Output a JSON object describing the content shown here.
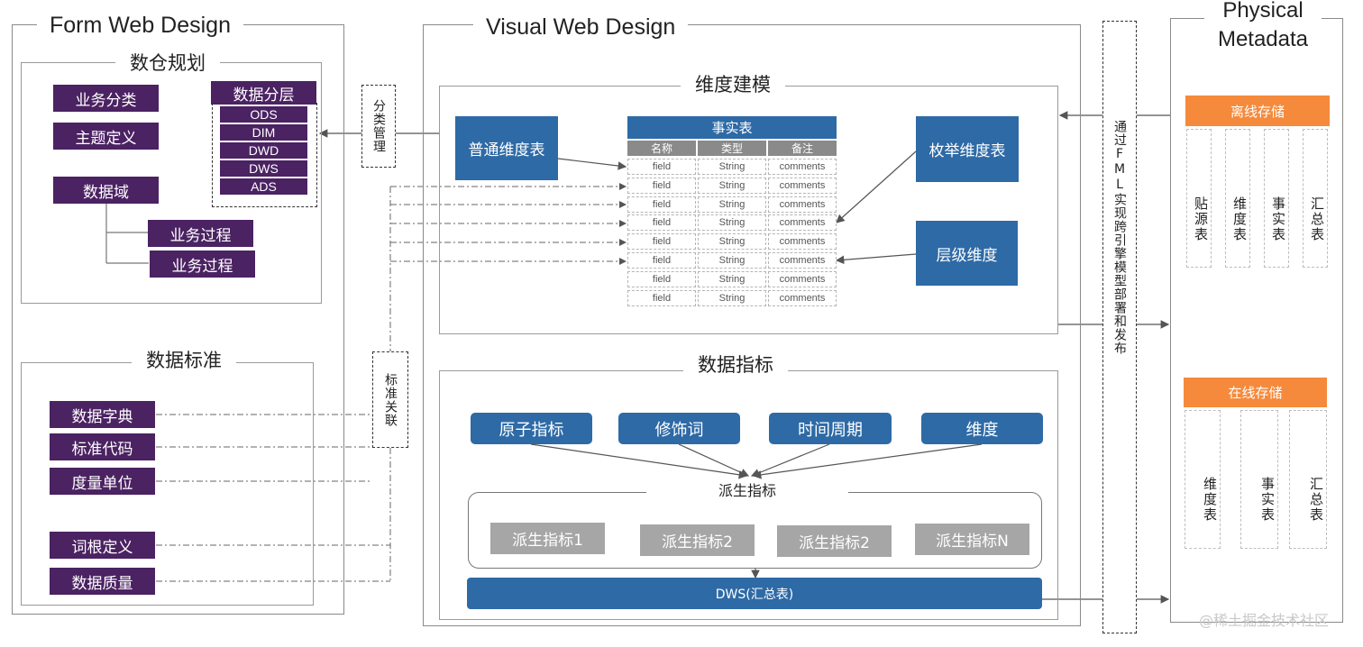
{
  "form_web_design": {
    "title": "Form Web Design",
    "planning": {
      "title": "数仓规划",
      "business_category": "业务分类",
      "topic_definition": "主题定义",
      "data_domain": "数据域",
      "business_process_1": "业务过程",
      "business_process_2": "业务过程",
      "data_layering": {
        "title": "数据分层",
        "layers": [
          "ODS",
          "DIM",
          "DWD",
          "DWS",
          "ADS"
        ]
      }
    },
    "standards": {
      "title": "数据标准",
      "items": [
        "数据字典",
        "标准代码",
        "度量单位",
        "词根定义",
        "数据质量"
      ]
    }
  },
  "connectors": {
    "category_management": "分类管理",
    "standard_association": "标准关联",
    "fml_deploy": "通过FML实现跨引擎模型部署和发布"
  },
  "visual_web_design": {
    "title": "Visual Web Design",
    "dimension_modeling": {
      "title": "维度建模",
      "normal_dimension_table": "普通维度表",
      "enum_dimension_table": "枚举维度表",
      "hierarchy_dimension": "层级维度",
      "fact_table": {
        "title": "事实表",
        "headers": [
          "名称",
          "类型",
          "备注"
        ],
        "rows": [
          [
            "field",
            "String",
            "comments"
          ],
          [
            "field",
            "String",
            "comments"
          ],
          [
            "field",
            "String",
            "comments"
          ],
          [
            "field",
            "String",
            "comments"
          ],
          [
            "field",
            "String",
            "comments"
          ],
          [
            "field",
            "String",
            "comments"
          ],
          [
            "field",
            "String",
            "comments"
          ],
          [
            "field",
            "String",
            "comments"
          ]
        ]
      }
    },
    "data_metrics": {
      "title": "数据指标",
      "atomic_metric": "原子指标",
      "modifier": "修饰词",
      "time_period": "时间周期",
      "dimension": "维度",
      "derived_title": "派生指标",
      "derived_items": [
        "派生指标1",
        "派生指标2",
        "派生指标2",
        "派生指标N"
      ],
      "dws": "DWS(汇总表)"
    }
  },
  "physical_metadata": {
    "title_line1": "Physical",
    "title_line2": "Metadata",
    "offline_storage": {
      "title": "离线存储",
      "columns": [
        "贴源表",
        "维度表",
        "事实表",
        "汇总表"
      ]
    },
    "online_storage": {
      "title": "在线存储",
      "columns": [
        "维度表",
        "事实表",
        "汇总表"
      ]
    }
  },
  "watermark": "@稀土掘金技术社区",
  "colors": {
    "purple": "#4b2262",
    "blue": "#2e6aa6",
    "gray": "#a6a6a6",
    "orange": "#f58a3c"
  }
}
